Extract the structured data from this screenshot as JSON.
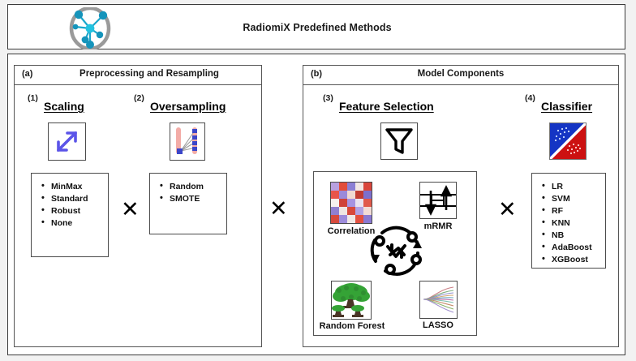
{
  "header": {
    "title": "RadiomiX Predefined Methods",
    "logo_name": "radiomix-network-logo"
  },
  "panels": [
    {
      "tag": "(a)",
      "title": "Preprocessing and Resampling",
      "groups": [
        {
          "num": "(1)",
          "title": "Scaling",
          "icon": "resize-arrow-icon",
          "items": [
            "MinMax",
            "Standard",
            "Robust",
            "None"
          ]
        },
        {
          "num": "(2)",
          "title": "Oversampling",
          "icon": "oversampling-chart-icon",
          "items": [
            "Random",
            "SMOTE"
          ]
        }
      ]
    },
    {
      "tag": "(b)",
      "title": "Model Components",
      "groups": [
        {
          "num": "(3)",
          "title": "Feature Selection",
          "icon": "funnel-icon",
          "methods": [
            {
              "label": "Correlation",
              "icon": "correlation-matrix-icon"
            },
            {
              "label": "mRMR",
              "icon": "mrmr-stairs-icon"
            },
            {
              "label": "Random Forest",
              "icon": "random-forest-tree-icon"
            },
            {
              "label": "LASSO",
              "icon": "lasso-path-plot-icon"
            }
          ],
          "center_icon": "recursive-feature-elimination-icon"
        },
        {
          "num": "(4)",
          "title": "Classifier",
          "icon": "classifier-split-icon",
          "items": [
            "LR",
            "SVM",
            "RF",
            "KNN",
            "NB",
            "AdaBoost",
            "XGBoost"
          ]
        }
      ]
    }
  ],
  "operators": {
    "multiply": "✕"
  },
  "colors": {
    "logo_node": "#14a3c7",
    "logo_ring": "#9a9a9a",
    "scaling_arrow": "#5b54e8",
    "classifier_blue": "#1535c4",
    "classifier_red": "#cc1111",
    "oversample_bar": "#f0a9a5",
    "frame": "#3b3b3b"
  }
}
